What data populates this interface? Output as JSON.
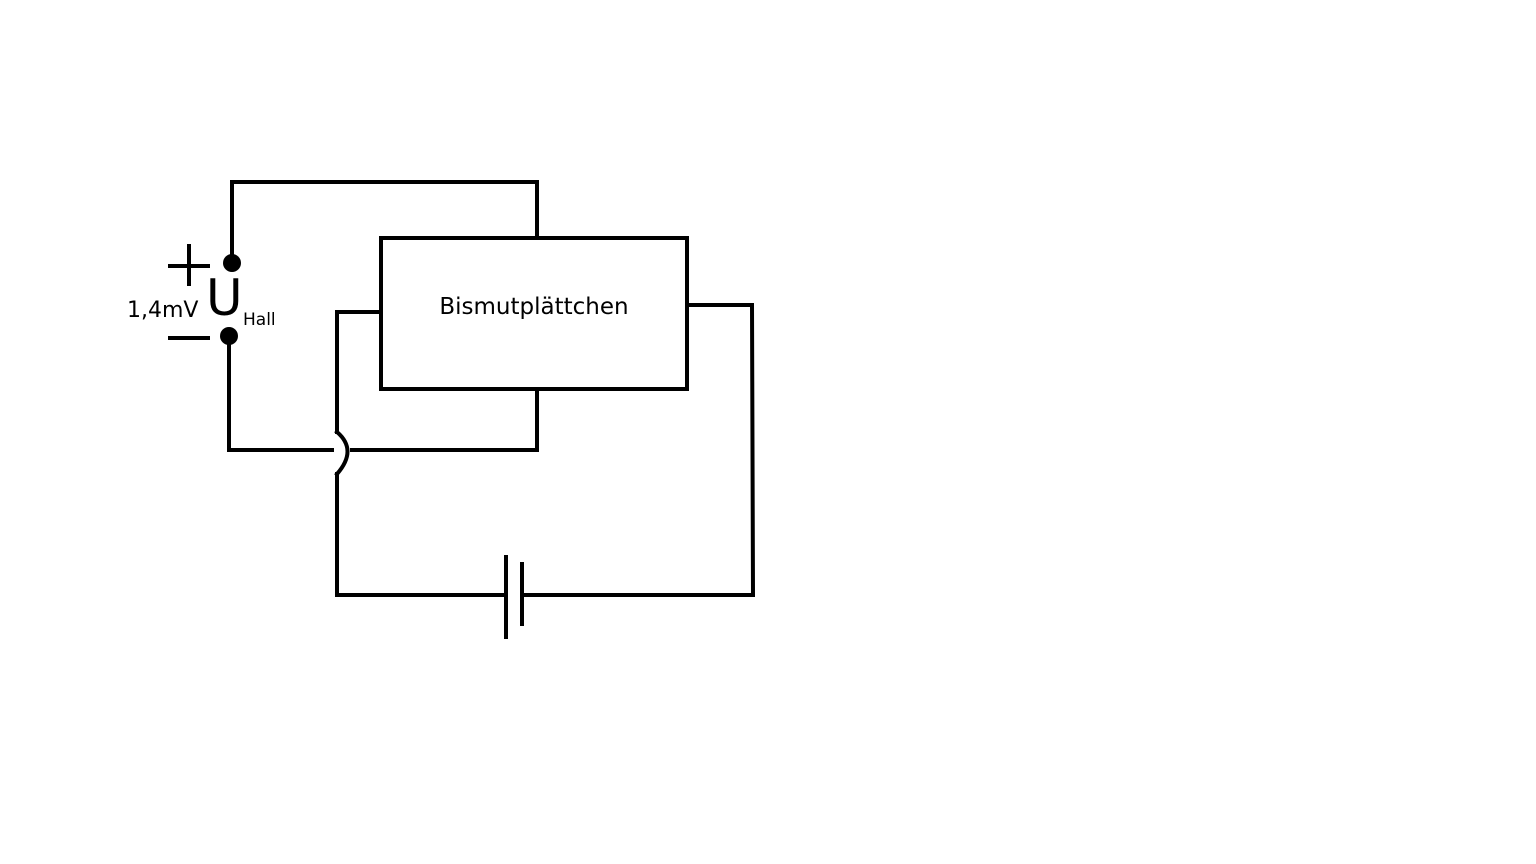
{
  "diagram": {
    "plate_label": "Bismutplättchen",
    "voltmeter": {
      "value": "1,4mV",
      "symbol": "U",
      "subscript": "Hall",
      "plus_sign": "+",
      "minus_sign": "−"
    }
  }
}
